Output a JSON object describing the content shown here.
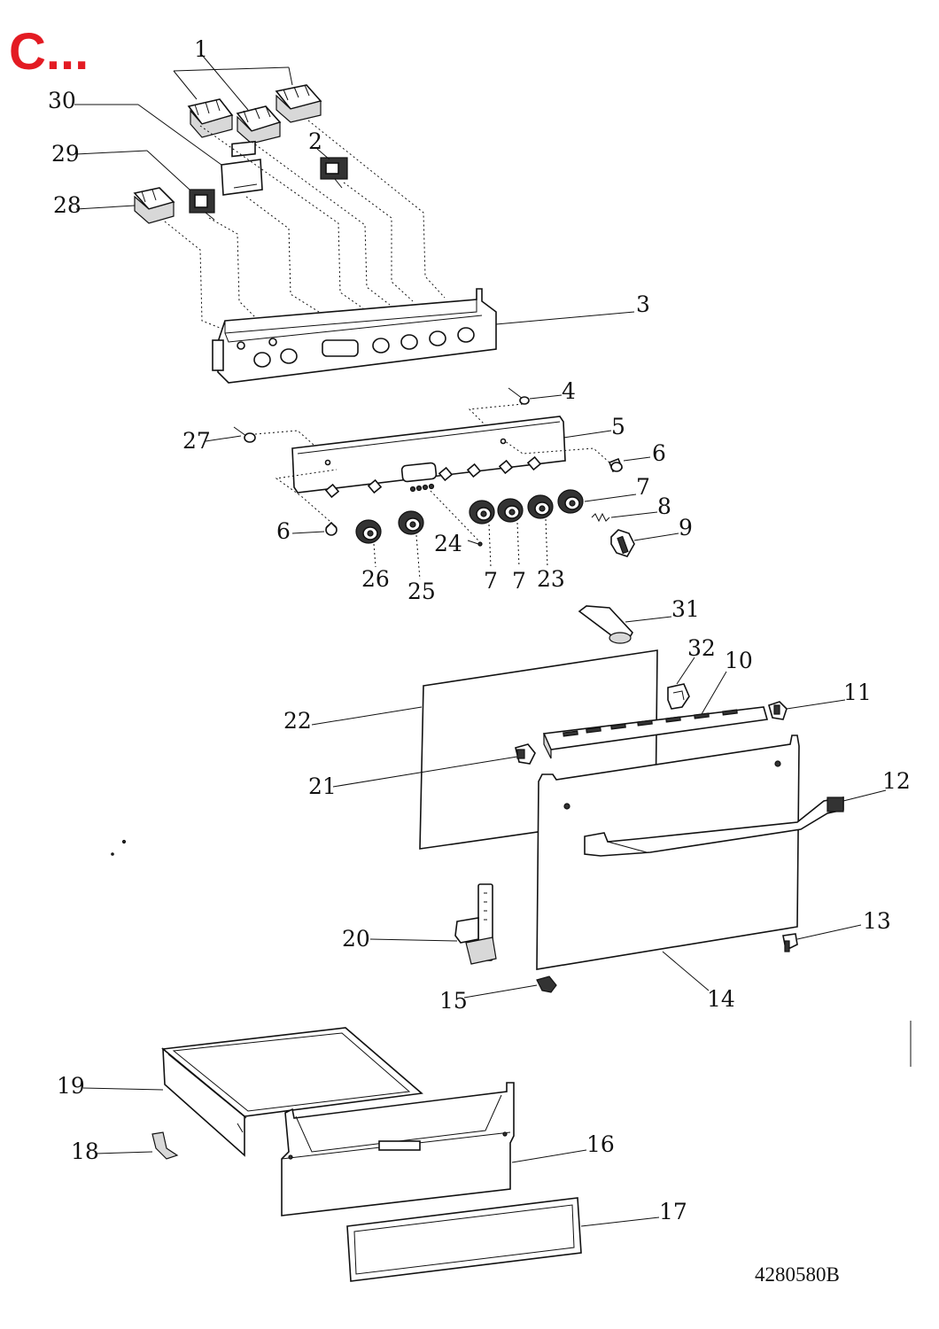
{
  "header": {
    "brand_mark": "C...",
    "drawing_code": "4280580B"
  },
  "callouts": {
    "c1": "1",
    "c2": "2",
    "c3": "3",
    "c4": "4",
    "c5": "5",
    "c6a": "6",
    "c6b": "6",
    "c7a": "7",
    "c7b": "7",
    "c7c": "7",
    "c8": "8",
    "c9": "9",
    "c10": "10",
    "c11": "11",
    "c12": "12",
    "c13": "13",
    "c14": "14",
    "c15": "15",
    "c16": "16",
    "c17": "17",
    "c18": "18",
    "c19": "19",
    "c20": "20",
    "c21": "21",
    "c22": "22",
    "c23": "23",
    "c24": "24",
    "c25": "25",
    "c26": "26",
    "c27": "27",
    "c28": "28",
    "c29": "29",
    "c30": "30",
    "c31": "31",
    "c32": "32"
  },
  "colors": {
    "brand_red": "#e31b23",
    "ink": "#111111",
    "paper": "#ffffff"
  }
}
